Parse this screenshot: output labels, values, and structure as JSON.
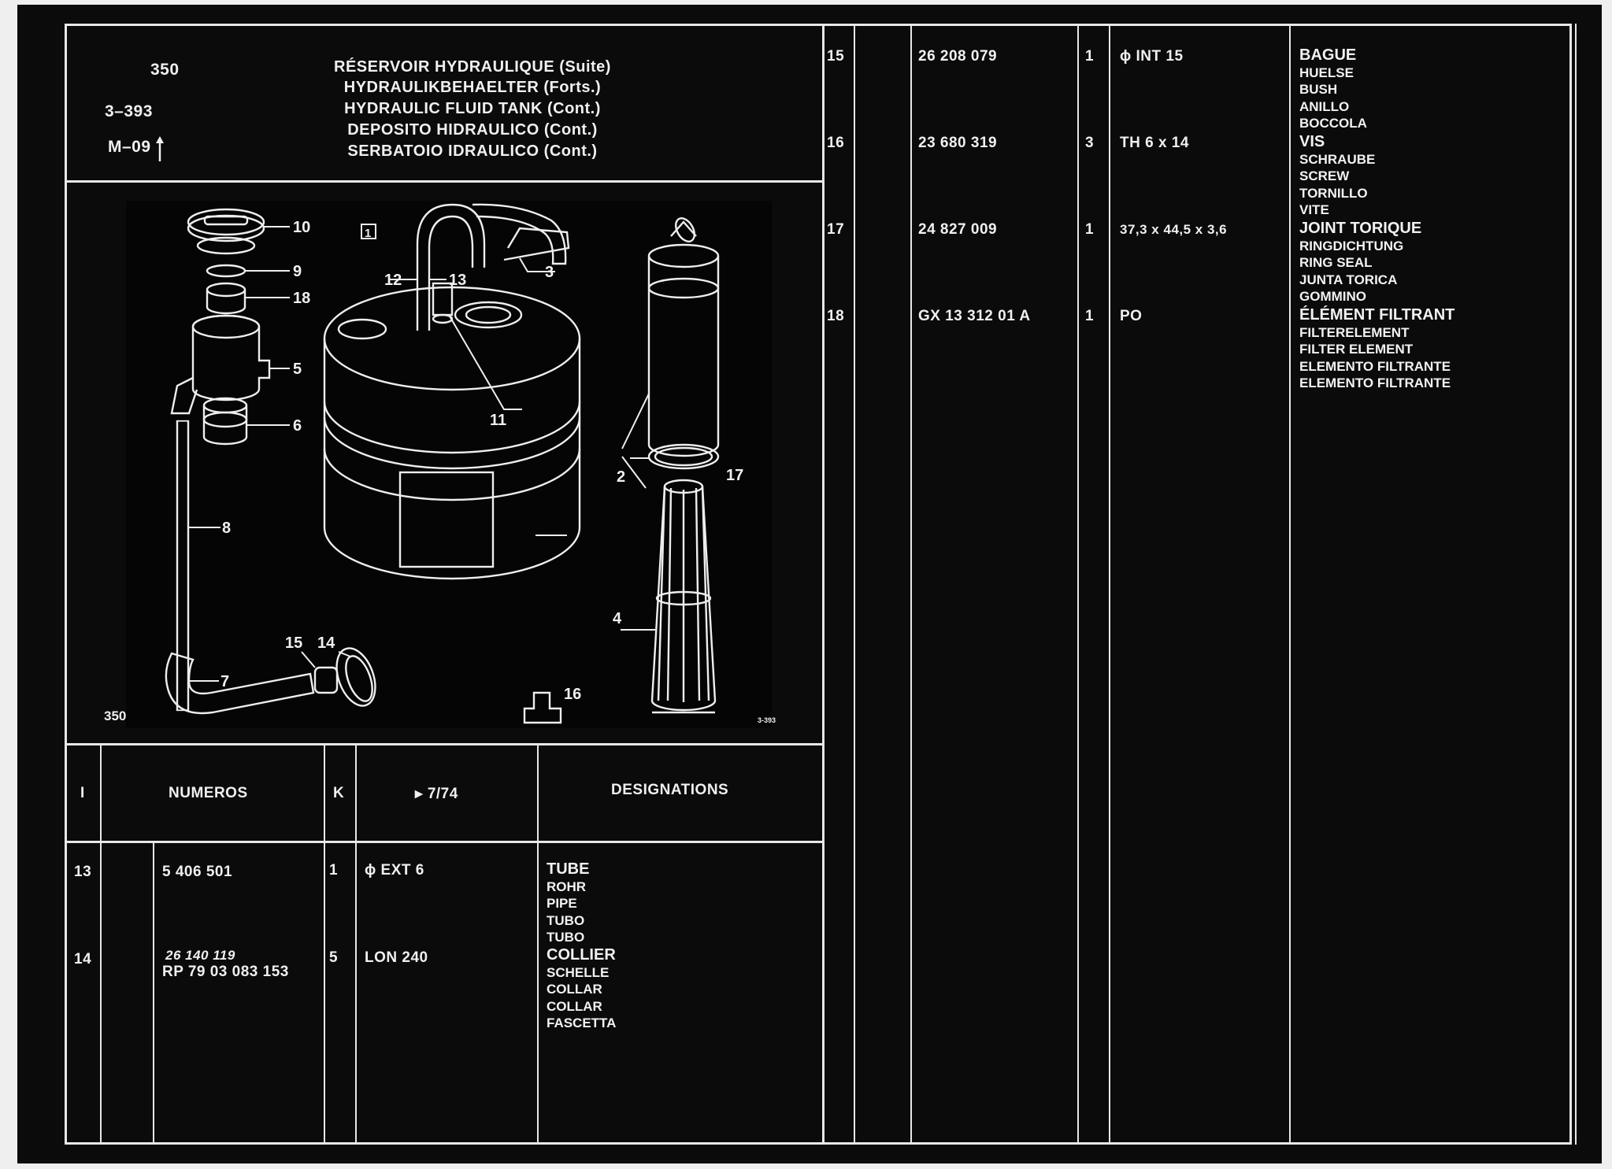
{
  "header": {
    "page_no": "350",
    "ref": "3–393",
    "mod": "M–09",
    "titles": [
      "RÉSERVOIR HYDRAULIQUE (Suite)",
      "HYDRAULIKBEHAELTER (Forts.)",
      "HYDRAULIC FLUID TANK (Cont.)",
      "DEPOSITO HIDRAULICO (Cont.)",
      "SERBATOIO IDRAULICO (Cont.)"
    ]
  },
  "figure": {
    "figure_no": "1",
    "page_label": "350",
    "code_label": "3-393",
    "callouts": [
      "10",
      "9",
      "18",
      "5",
      "6",
      "8",
      "7",
      "15",
      "14",
      "12",
      "13",
      "3",
      "11",
      "16",
      "2",
      "17",
      "4"
    ]
  },
  "table_header": {
    "col_i": "I",
    "col_numeros": "NUMEROS",
    "col_k": "K",
    "col_date": "▸ 7/74",
    "col_designations": "DESIGNATIONS"
  },
  "left_rows": [
    {
      "item": "13",
      "number": "5 406 501",
      "number_alt": "",
      "qty": "1",
      "spec": "ϕ EXT 6",
      "designations": [
        "TUBE",
        "ROHR",
        "PIPE",
        "TUBO",
        "TUBO"
      ]
    },
    {
      "item": "14",
      "number": "RP 79 03 083 153",
      "number_alt": "26 140 119",
      "qty": "5",
      "spec": "LON 240",
      "designations": [
        "COLLIER",
        "SCHELLE",
        "COLLAR",
        "COLLAR",
        "FASCETTA"
      ]
    }
  ],
  "right_rows": [
    {
      "item": "15",
      "number": "26 208 079",
      "qty": "1",
      "spec": "ϕ INT 15",
      "designations": [
        "BAGUE",
        "HUELSE",
        "BUSH",
        "ANILLO",
        "BOCCOLA"
      ]
    },
    {
      "item": "16",
      "number": "23 680 319",
      "qty": "3",
      "spec": "TH 6 x 14",
      "designations": [
        "VIS",
        "SCHRAUBE",
        "SCREW",
        "TORNILLO",
        "VITE"
      ]
    },
    {
      "item": "17",
      "number": "24 827 009",
      "qty": "1",
      "spec": "37,3 x 44,5 x 3,6",
      "designations": [
        "JOINT TORIQUE",
        "RINGDICHTUNG",
        "RING SEAL",
        "JUNTA TORICA",
        "GOMMINO"
      ]
    },
    {
      "item": "18",
      "number": "GX 13 312 01 A",
      "qty": "1",
      "spec": "PO",
      "designations": [
        "ÉLÉMENT FILTRANT",
        "FILTERELEMENT",
        "FILTER ELEMENT",
        "ELEMENTO FILTRANTE",
        "ELEMENTO FILTRANTE"
      ]
    }
  ]
}
